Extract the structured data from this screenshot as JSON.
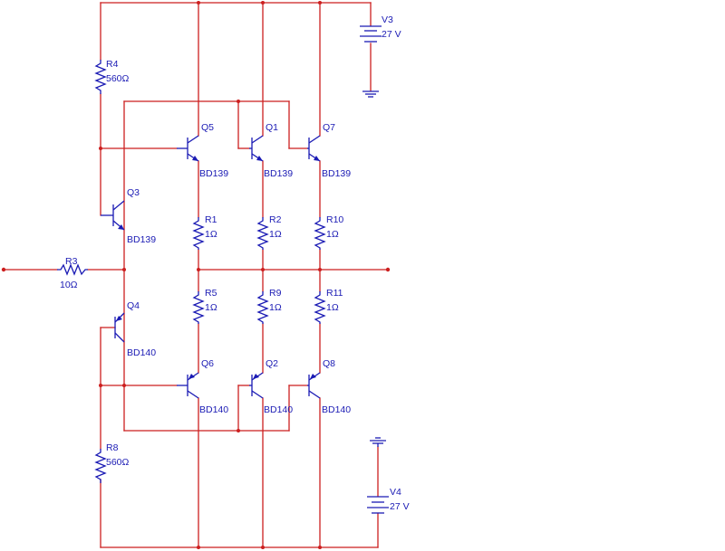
{
  "sources": {
    "v3": {
      "name": "V3",
      "value": "27 V"
    },
    "v4": {
      "name": "V4",
      "value": "27 V"
    }
  },
  "resistors": {
    "r1": {
      "name": "R1",
      "value": "1Ω"
    },
    "r2": {
      "name": "R2",
      "value": "1Ω"
    },
    "r3": {
      "name": "R3",
      "value": "10Ω"
    },
    "r4": {
      "name": "R4",
      "value": "560Ω"
    },
    "r5": {
      "name": "R5",
      "value": "1Ω"
    },
    "r8": {
      "name": "R8",
      "value": "560Ω"
    },
    "r9": {
      "name": "R9",
      "value": "1Ω"
    },
    "r10": {
      "name": "R10",
      "value": "1Ω"
    },
    "r11": {
      "name": "R11",
      "value": "1Ω"
    }
  },
  "transistors": {
    "q1": {
      "name": "Q1",
      "model": "BD139"
    },
    "q2": {
      "name": "Q2",
      "model": "BD140"
    },
    "q3": {
      "name": "Q3",
      "model": "BD139"
    },
    "q4": {
      "name": "Q4",
      "model": "BD140"
    },
    "q5": {
      "name": "Q5",
      "model": "BD139"
    },
    "q6": {
      "name": "Q6",
      "model": "BD140"
    },
    "q7": {
      "name": "Q7",
      "model": "BD139"
    },
    "q8": {
      "name": "Q8",
      "model": "BD140"
    }
  },
  "colors": {
    "wire": "#cc1f1f",
    "component": "#1a1ab4",
    "background": "#ffffff"
  }
}
